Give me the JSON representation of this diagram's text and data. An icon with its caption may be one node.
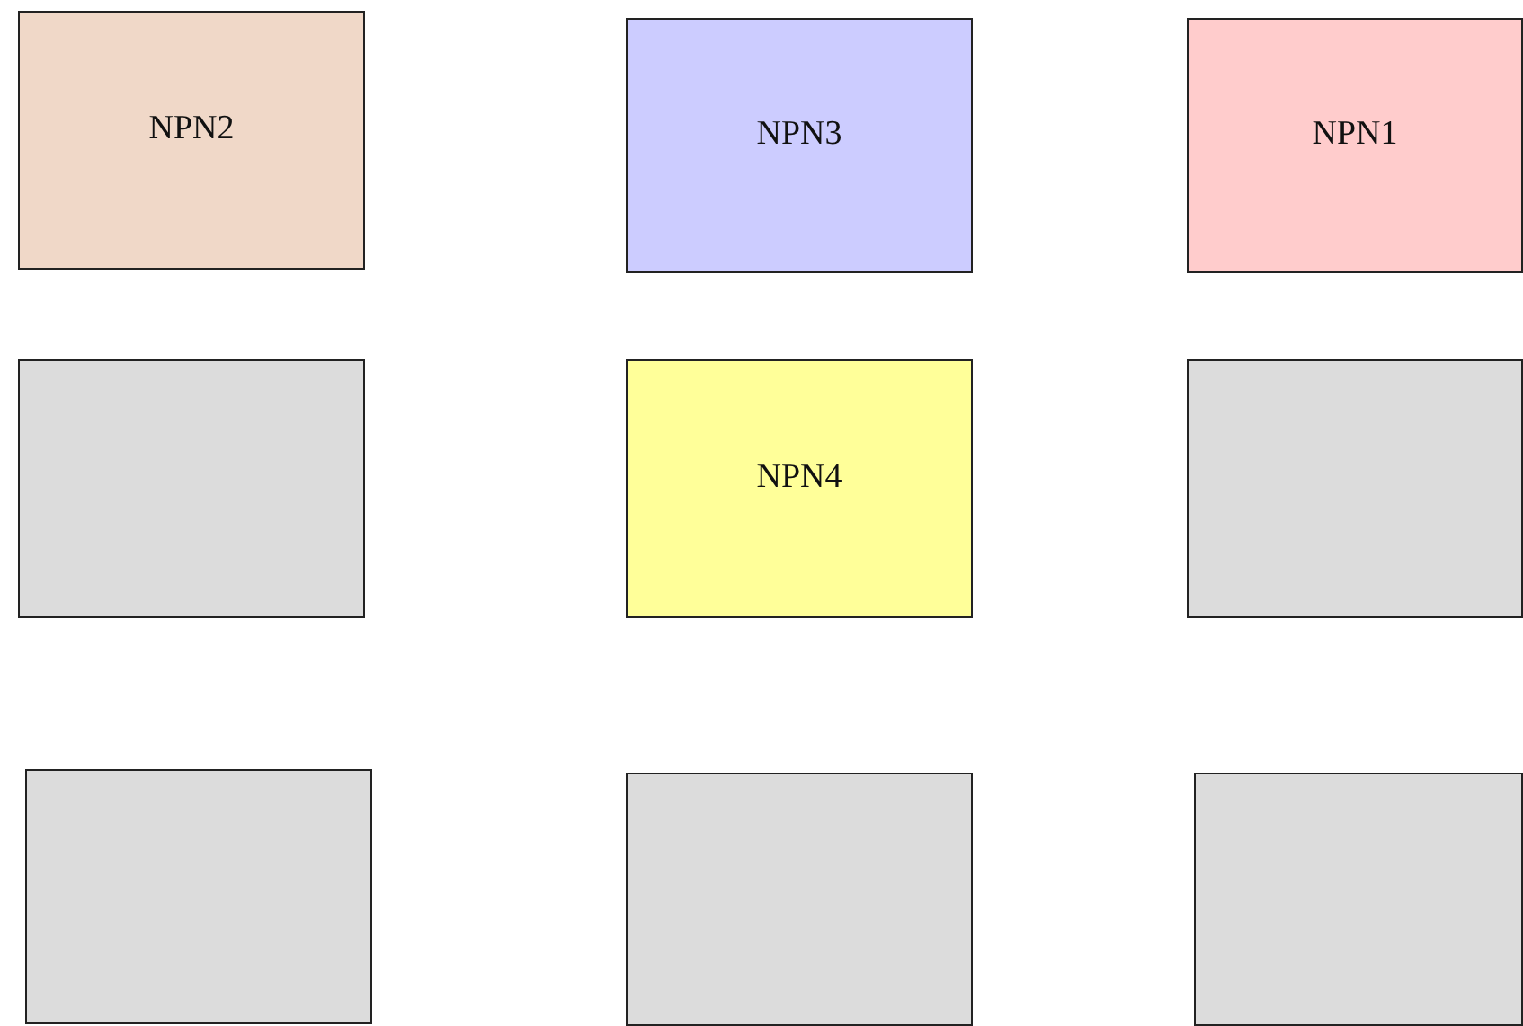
{
  "diagram": {
    "nodes": [
      {
        "text": [
          "NPN2"
        ]
      },
      {
        "text": [
          "NPN3"
        ]
      },
      {
        "text": [
          "NPN1"
        ]
      },
      {
        "text": [],
        "shape": "box"
      },
      {
        "text": [
          "NPN4"
        ]
      },
      {
        "text": [],
        "shape": "box"
      },
      {
        "text": [],
        "shape": "box"
      },
      {
        "text": [],
        "shape": "box"
      },
      {
        "text": [],
        "shape": "box"
      }
    ]
  }
}
